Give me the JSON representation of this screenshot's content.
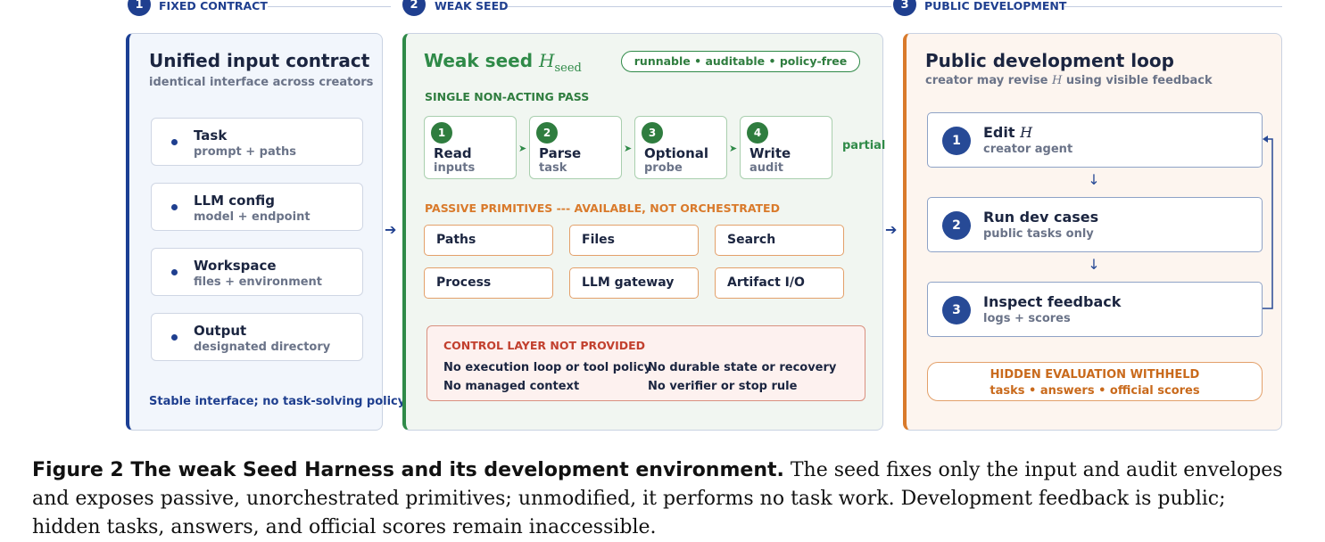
{
  "stages": [
    {
      "num": "1",
      "label": "FIXED CONTRACT"
    },
    {
      "num": "2",
      "label": "WEAK SEED"
    },
    {
      "num": "3",
      "label": "PUBLIC DEVELOPMENT"
    }
  ],
  "contract": {
    "title": "Unified input contract",
    "subtitle": "identical interface across creators",
    "items": [
      {
        "title": "Task",
        "sub": "prompt + paths"
      },
      {
        "title": "LLM config",
        "sub": "model + endpoint"
      },
      {
        "title": "Workspace",
        "sub": "files + environment"
      },
      {
        "title": "Output",
        "sub": "designated directory"
      }
    ],
    "footer": "Stable interface; no task-solving policy."
  },
  "seed": {
    "title": "Weak seed",
    "math_symbol": "H",
    "math_sub": "seed",
    "badge": "runnable • auditable • policy-free",
    "pass_label": "SINGLE NON-ACTING PASS",
    "steps": [
      {
        "num": "1",
        "title": "Read",
        "sub": "inputs"
      },
      {
        "num": "2",
        "title": "Parse",
        "sub": "task"
      },
      {
        "num": "3",
        "title": "Optional",
        "sub": "probe"
      },
      {
        "num": "4",
        "title": "Write",
        "sub": "audit"
      }
    ],
    "partial": "partial",
    "primitives_label": "PASSIVE PRIMITIVES --- AVAILABLE, NOT ORCHESTRATED",
    "primitives": [
      "Paths",
      "Files",
      "Search",
      "Process",
      "LLM gateway",
      "Artifact I/O"
    ],
    "control_title": "CONTROL LAYER NOT PROVIDED",
    "control_items": [
      "No execution loop or tool policy",
      "No durable state or recovery",
      "No managed context",
      "No verifier or stop rule"
    ]
  },
  "dev": {
    "title": "Public development loop",
    "subtitle_pre": "creator may revise",
    "subtitle_symbol": "H",
    "subtitle_post": "using visible feedback",
    "steps": [
      {
        "num": "1",
        "title": "Edit",
        "title_symbol": "H",
        "sub": "creator agent"
      },
      {
        "num": "2",
        "title": "Run dev cases",
        "title_symbol": "",
        "sub": "public tasks only"
      },
      {
        "num": "3",
        "title": "Inspect feedback",
        "title_symbol": "",
        "sub": "logs + scores"
      }
    ],
    "hidden_title": "HIDDEN EVALUATION WITHHELD",
    "hidden_items": "tasks • answers • official scores"
  },
  "caption": {
    "lead": "Figure 2  The weak Seed Harness and its development environment.",
    "body": " The seed fixes only the input and audit envelopes and exposes passive, unorchestrated primitives; unmodified, it performs no task work. Development feedback is public; hidden tasks, answers, and official scores remain inaccessible."
  }
}
